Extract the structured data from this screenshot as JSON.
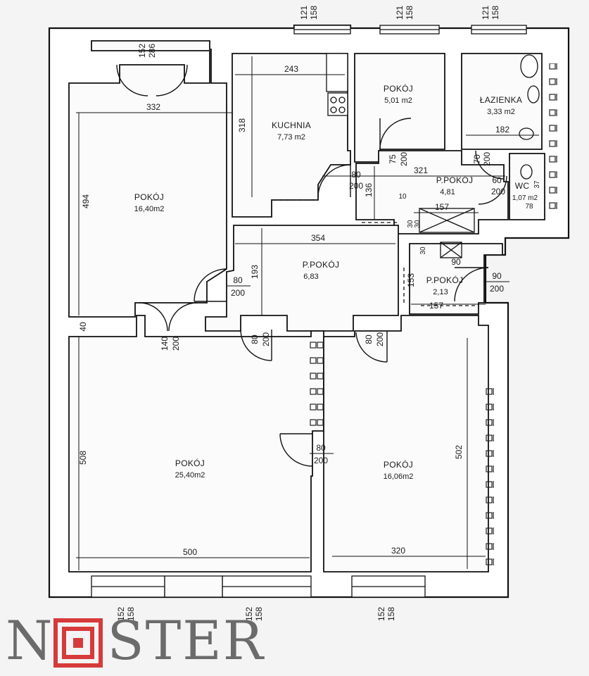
{
  "rooms": [
    {
      "name": "POKÓJ",
      "area": "16,40m2"
    },
    {
      "name": "KUCHNIA",
      "area": "7,73 m2"
    },
    {
      "name": "POKÓJ",
      "area": "5,01 m2"
    },
    {
      "name": "ŁAZIENKA",
      "area": "3,33 m2"
    },
    {
      "name": "P.POKÓJ",
      "area": "4,81"
    },
    {
      "name": "WC",
      "area": "1,07 m2"
    },
    {
      "name": "P.POKÓJ",
      "area": "6,83"
    },
    {
      "name": "P.POKÓJ",
      "area": "2,13"
    },
    {
      "name": "POKÓJ",
      "area": "25,40m2"
    },
    {
      "name": "POKÓJ",
      "area": "16,06m2"
    }
  ],
  "dimensions": {
    "d332": "332",
    "d494": "494",
    "d40": "40",
    "d508": "508",
    "d500": "500",
    "d243": "243",
    "d318": "318",
    "d321": "321",
    "d354": "354",
    "d193": "193",
    "d182": "182",
    "d157a": "157",
    "d157b": "157",
    "d90": "90",
    "d153": "153",
    "d320": "320",
    "d502": "502",
    "d136": "136",
    "d10": "10",
    "d30a": "30",
    "d30b": "30",
    "d30c": "30",
    "d78": "78",
    "d37": "37"
  },
  "doors": [
    {
      "w": "80",
      "h": "200"
    },
    {
      "w": "80",
      "h": "200"
    },
    {
      "w": "75",
      "h": "200"
    },
    {
      "w": "70",
      "h": "200"
    },
    {
      "w": "60",
      "h": "200"
    },
    {
      "w": "80",
      "h": "200"
    },
    {
      "w": "80",
      "h": "200"
    },
    {
      "w": "80",
      "h": "200"
    },
    {
      "w": "90",
      "h": "200"
    },
    {
      "w": "140",
      "h": "200"
    }
  ],
  "windows": [
    {
      "a": "152",
      "b": "286"
    },
    {
      "a": "121",
      "b": "158"
    },
    {
      "a": "121",
      "b": "158"
    },
    {
      "a": "121",
      "b": "158"
    },
    {
      "a": "152",
      "b": "158"
    },
    {
      "a": "152",
      "b": "158"
    },
    {
      "a": "152",
      "b": "158"
    }
  ],
  "brand": {
    "text": "NOSTER",
    "accent": "#d63a3a"
  }
}
